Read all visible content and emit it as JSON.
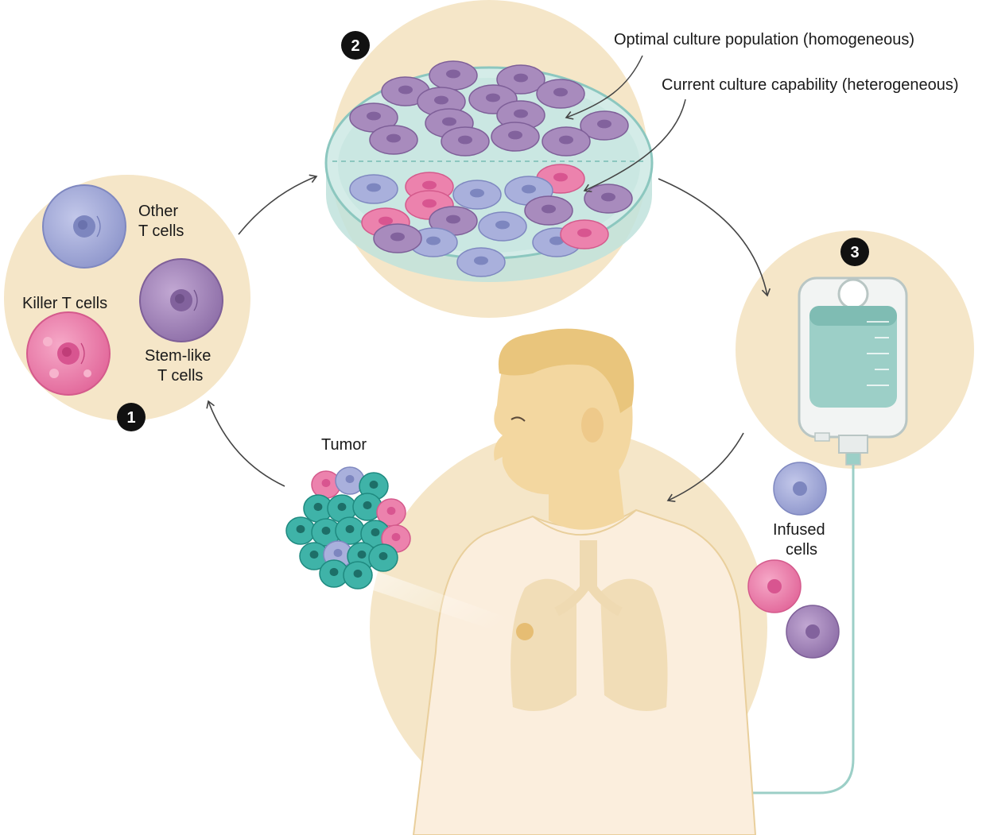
{
  "steps": {
    "step1": "1",
    "step2": "2",
    "step3": "3"
  },
  "cells": {
    "other_line1": "Other",
    "other_line2": "T cells",
    "killer": "Killer T cells",
    "stem_line1": "Stem-like",
    "stem_line2": "T cells"
  },
  "culture": {
    "optimal": "Optimal culture population (homogeneous)",
    "current": "Current culture capability (heterogeneous)"
  },
  "tumor": {
    "label": "Tumor"
  },
  "infusion": {
    "line1": "Infused",
    "line2": "cells"
  },
  "colors": {
    "background_circle": "#f5e6c8",
    "other_t_cell": "#a9b0dc",
    "killer_t_cell": "#ec82ad",
    "stem_t_cell": "#a88bbd",
    "tumor_cell": "#3fb3a8",
    "skin": "#f3d7a0",
    "iv_fluid": "#9ccfc7"
  }
}
